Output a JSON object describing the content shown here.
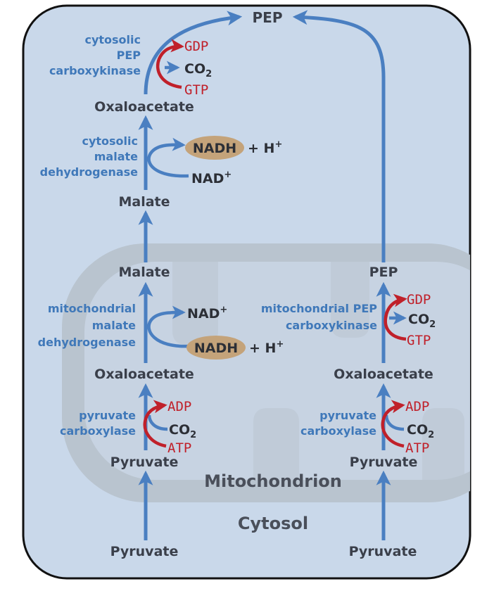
{
  "cytosol": {
    "pep_top": "PEP",
    "pepck_cyt_lines": [
      "cytosolic",
      "PEP",
      "carboxykinase"
    ],
    "pepck_cyt_gdp": "GDP",
    "pepck_cyt_co2": "CO",
    "pepck_cyt_co2_sub": "2",
    "pepck_cyt_gtp": "GTP",
    "oaa_cyt": "Oxaloacetate",
    "mdh_cyt_lines": [
      "cytosolic",
      "malate",
      "dehydrogenase"
    ],
    "mdh_cyt_nadh": "NADH",
    "mdh_cyt_h": "+ H",
    "mdh_cyt_h_sup": "+",
    "mdh_cyt_nad": "NAD",
    "mdh_cyt_nad_sup": "+",
    "malate_cyt": "Malate",
    "label": "Cytosol",
    "pyruvate_left": "Pyruvate",
    "pyruvate_right": "Pyruvate"
  },
  "mito": {
    "label": "Mitochondrion",
    "malate_mito": "Malate",
    "mdh_mito_lines": [
      "mitochondrial",
      "malate",
      "dehydrogenase"
    ],
    "mdh_mito_nad": "NAD",
    "mdh_mito_nad_sup": "+",
    "mdh_mito_nadh": "NADH",
    "mdh_mito_h": "+ H",
    "mdh_mito_h_sup": "+",
    "oaa_left": "Oxaloacetate",
    "pc_left_lines": [
      "pyruvate",
      "carboxylase"
    ],
    "pc_left_adp": "ADP",
    "pc_left_co2": "CO",
    "pc_left_co2_sub": "2",
    "pc_left_atp": "ATP",
    "pyruvate_left": "Pyruvate",
    "pep_mito": "PEP",
    "pepck_mito_lines": [
      "mitochondrial PEP",
      "carboxykinase"
    ],
    "pepck_mito_gdp": "GDP",
    "pepck_mito_co2": "CO",
    "pepck_mito_co2_sub": "2",
    "pepck_mito_gtp": "GTP",
    "oaa_right": "Oxaloacetate",
    "pc_right_lines": [
      "pyruvate",
      "carboxylase"
    ],
    "pc_right_adp": "ADP",
    "pc_right_co2": "CO",
    "pc_right_co2_sub": "2",
    "pc_right_atp": "ATP",
    "pyruvate_right": "Pyruvate"
  },
  "colors": {
    "background": "#c9d8ea",
    "border": "#111111",
    "arrow_blue": "#4a7fc1",
    "arrow_red": "#c0202a",
    "mito_shape": "#b9c4cf",
    "nadh_oval": "#c4a37a",
    "enzyme_text": "#3f78b9"
  }
}
